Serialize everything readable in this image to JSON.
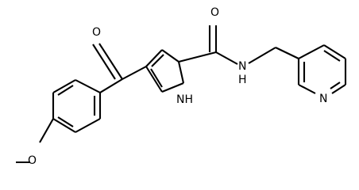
{
  "molecule": {
    "atom_labels": {
      "carbonyl_oxygen_1": "O",
      "amide_oxygen": "O",
      "pyrrole_nh": "NH",
      "amide_nh": "N\nH",
      "amide_n": "N",
      "amide_h": "H",
      "pyridine_n": "N",
      "ether_oxygen": "O"
    }
  }
}
